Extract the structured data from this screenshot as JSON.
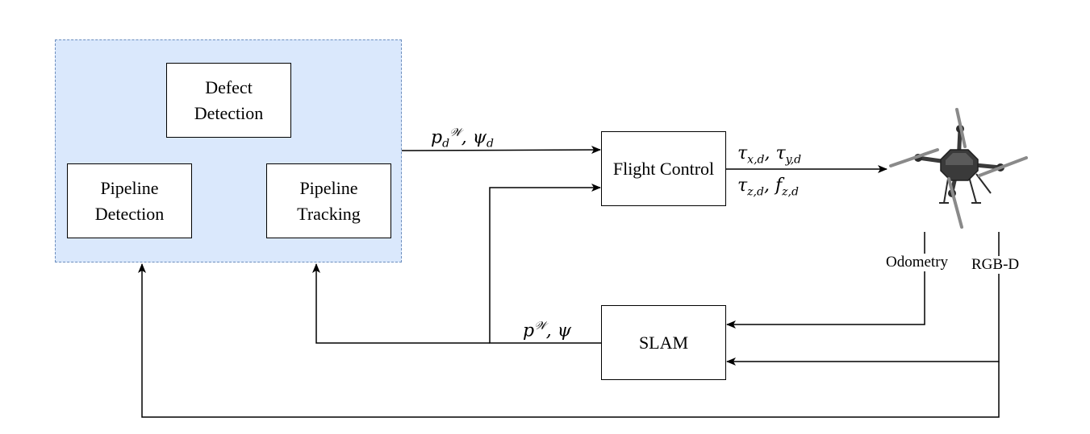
{
  "blocks": {
    "defect_detection": "Defect\nDetection",
    "pipeline_detection": "Pipeline\nDetection",
    "pipeline_tracking": "Pipeline\nTracking",
    "flight_control": "Flight Control",
    "slam": "SLAM"
  },
  "signals": {
    "setpoint": {
      "p": "p",
      "p_sub": "d",
      "p_sup": "𝒲",
      "sep": ", ",
      "psi": "ψ",
      "psi_sub": "d"
    },
    "torques_xy": {
      "tau1": "τ",
      "tau1_sub": "x,d",
      "sep": ", ",
      "tau2": "τ",
      "tau2_sub": "y,d"
    },
    "torques_z_thrust": {
      "tau": "τ",
      "tau_sub": "z,d",
      "sep": ", ",
      "f": "f",
      "f_sub": "z,d"
    },
    "pose": {
      "p": "p",
      "p_sup": "𝒲",
      "sep": ", ",
      "psi": "ψ"
    },
    "odometry": "Odometry",
    "rgbd": "RGB-D"
  },
  "colors": {
    "group_fill": "#dae8fc",
    "group_border": "#6c8ebf",
    "line": "#000000",
    "drone_body": "#3a3a3a",
    "drone_prop": "#8a8a8a"
  },
  "icons": {
    "drone": "quadrotor-drone-icon"
  }
}
